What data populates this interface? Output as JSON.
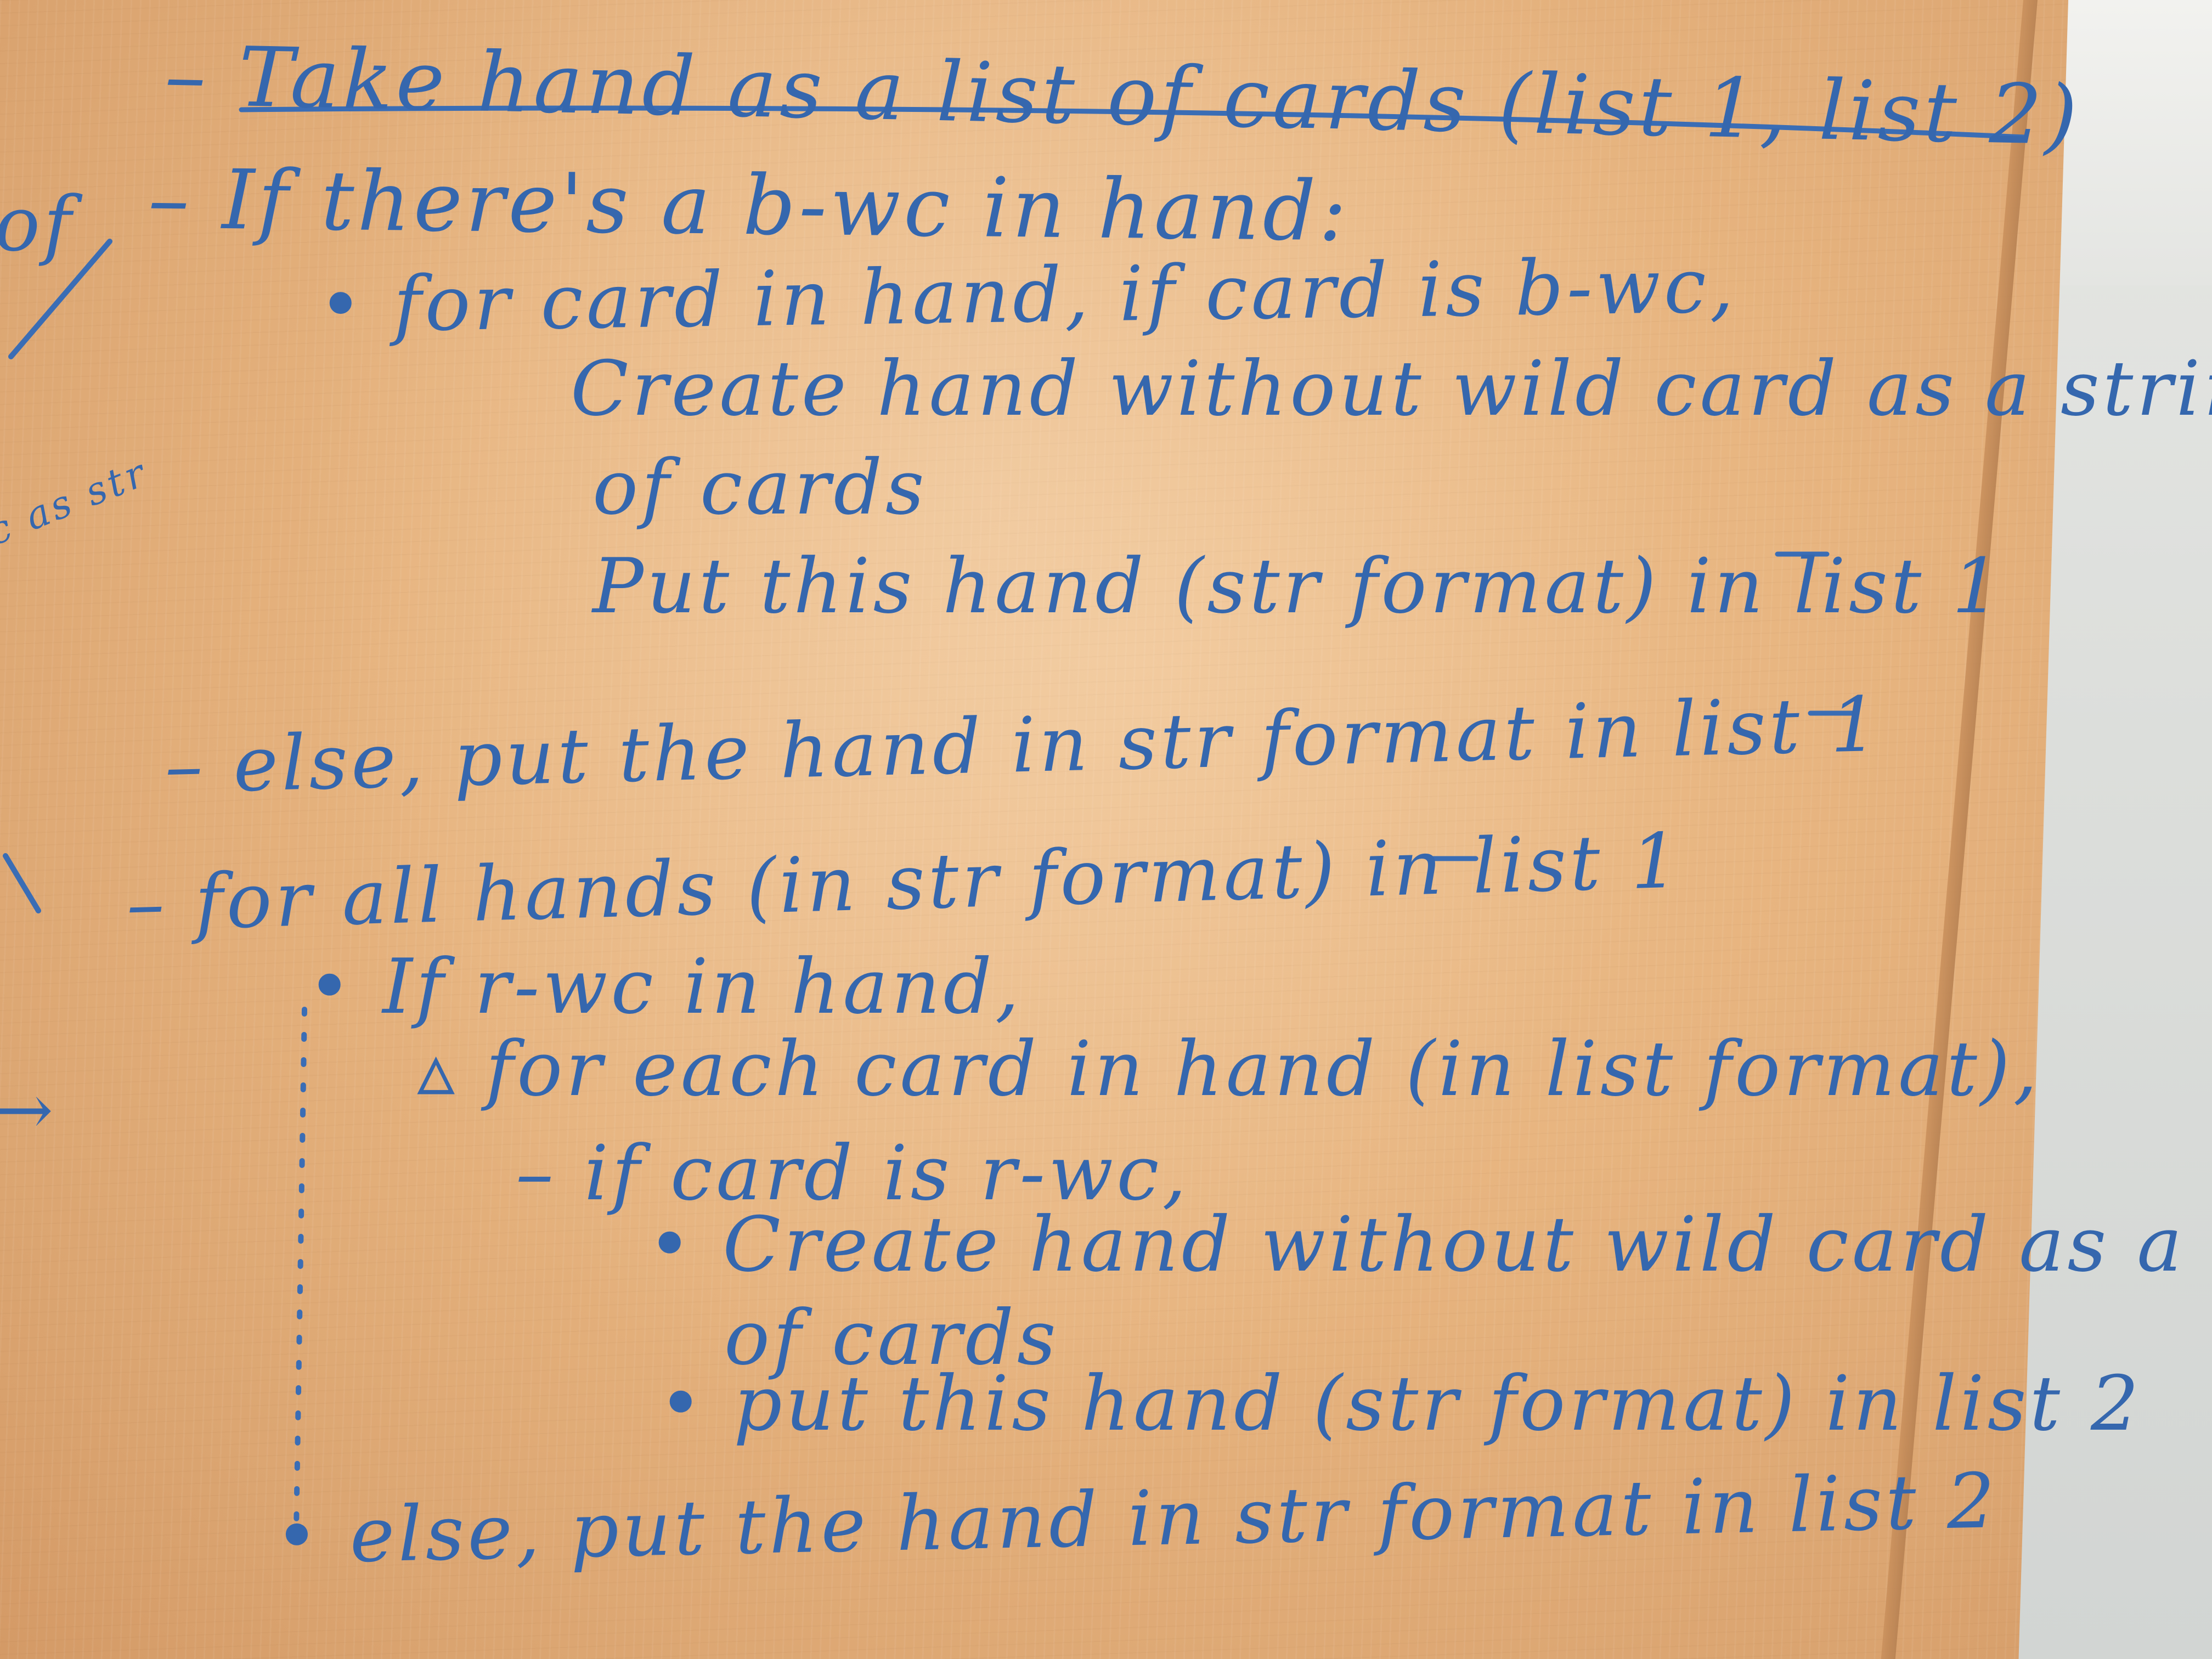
{
  "board": {
    "margin_text": {
      "edge_fragment_1": "of",
      "edge_fragment_2": "c as str",
      "edge_fragment_3": "→"
    },
    "lines": {
      "l1": "– Take hand as a list of cards (list 1, list 2)",
      "l2": "– If there's a b-wc in hand:",
      "l3": "• for card in hand, if card is b-wc,",
      "l4": "Create hand without wild card as a string",
      "l5": "of cards",
      "l6": "Put this hand (str format) in list 1",
      "l7": "– else, put the hand in str format in list 1",
      "l8": "– for all hands (in str format) in list 1",
      "l9": "• If r-wc in hand,",
      "l10": "▵ for each card in hand (in list format),",
      "l11": "– if card is r-wc,",
      "l12": "• Create hand without wild card as a str",
      "l13": "of cards",
      "l14": "• put this hand (str format) in list 2",
      "l15": "• else, put the hand in str format in list 2"
    }
  },
  "colors": {
    "ink": "#3567ae",
    "wood": "#e7b47f",
    "wall": "#dcdedb"
  }
}
